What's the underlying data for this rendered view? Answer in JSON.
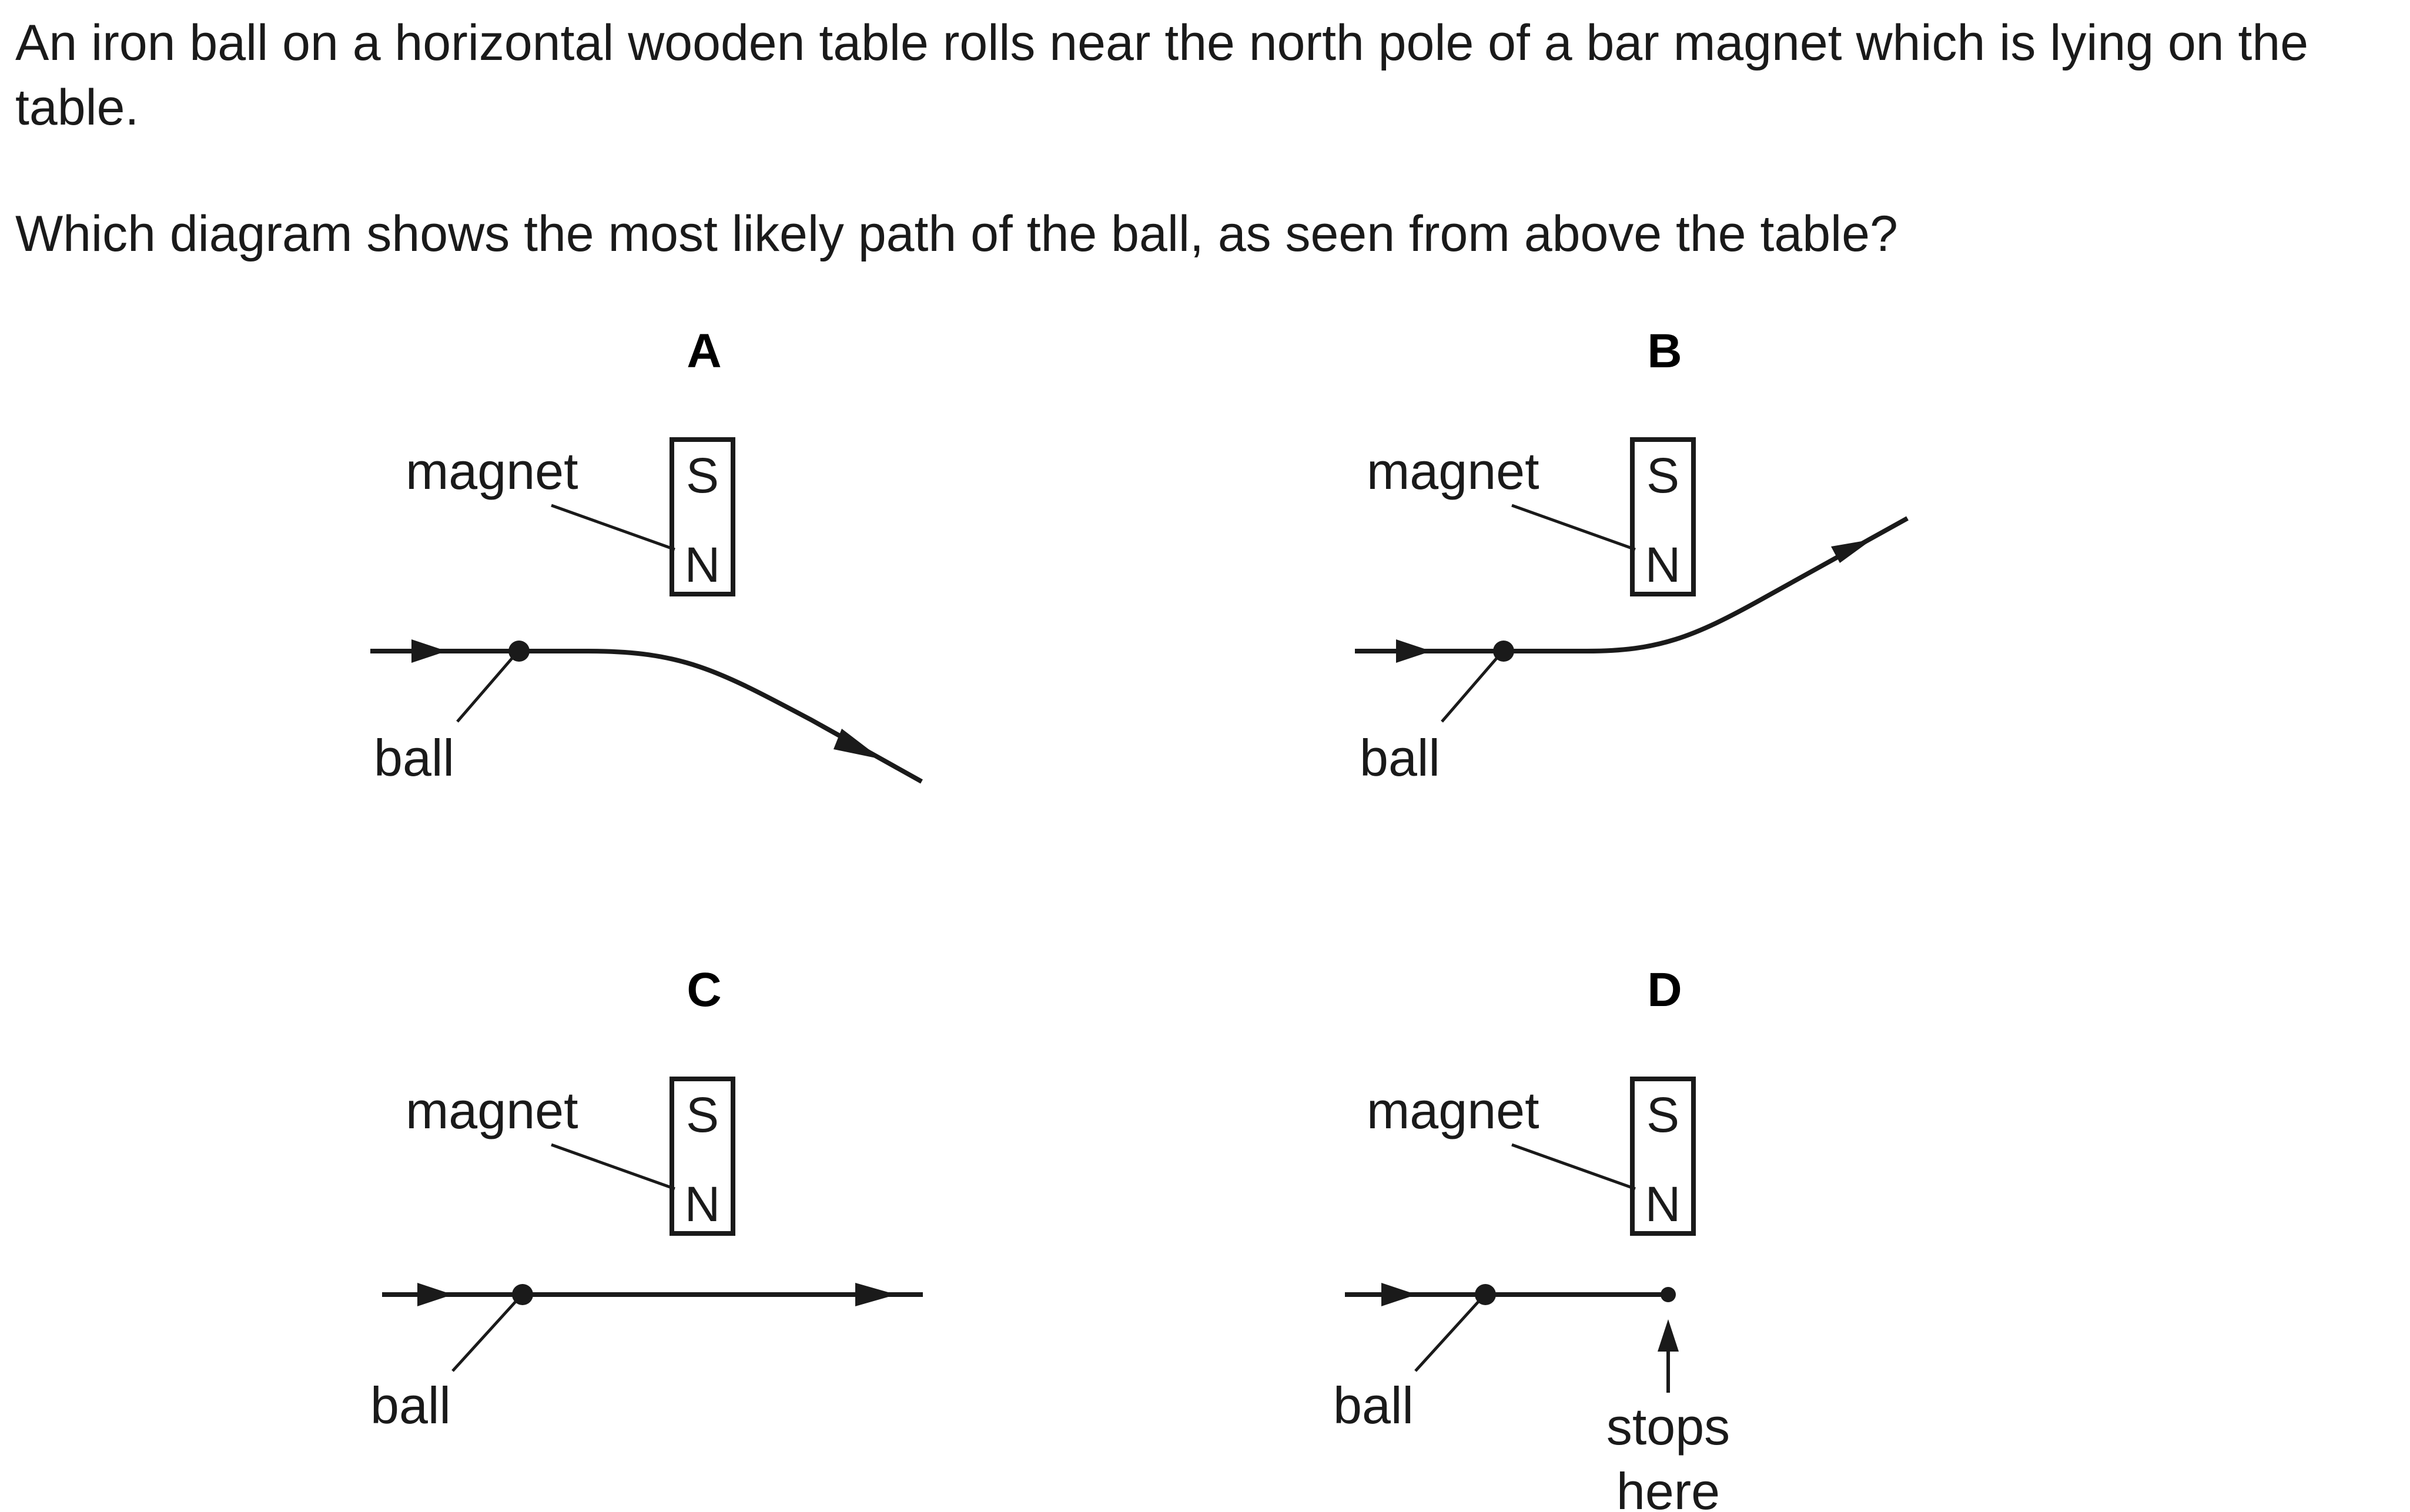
{
  "question": {
    "line1": "An iron ball on a horizontal wooden table rolls near the north pole of a bar magnet which is lying on the table.",
    "line2": "Which diagram shows the most likely path of the ball, as seen from above the table?"
  },
  "options": [
    {
      "letter": "A",
      "magnet_label": "magnet",
      "south_pole": "S",
      "north_pole": "N",
      "ball_label": "ball",
      "path": "deflected away from the magnet"
    },
    {
      "letter": "B",
      "magnet_label": "magnet",
      "south_pole": "S",
      "north_pole": "N",
      "ball_label": "ball",
      "path": "deflected towards the magnet"
    },
    {
      "letter": "C",
      "magnet_label": "magnet",
      "south_pole": "S",
      "north_pole": "N",
      "ball_label": "ball",
      "path": "straight, undeflected"
    },
    {
      "letter": "D",
      "magnet_label": "magnet",
      "south_pole": "S",
      "north_pole": "N",
      "ball_label": "ball",
      "path": "stops below the magnet",
      "stop_label_line1": "stops",
      "stop_label_line2": "here"
    }
  ],
  "colors": {
    "ink": "#1a1a1a",
    "background": "#ffffff"
  }
}
